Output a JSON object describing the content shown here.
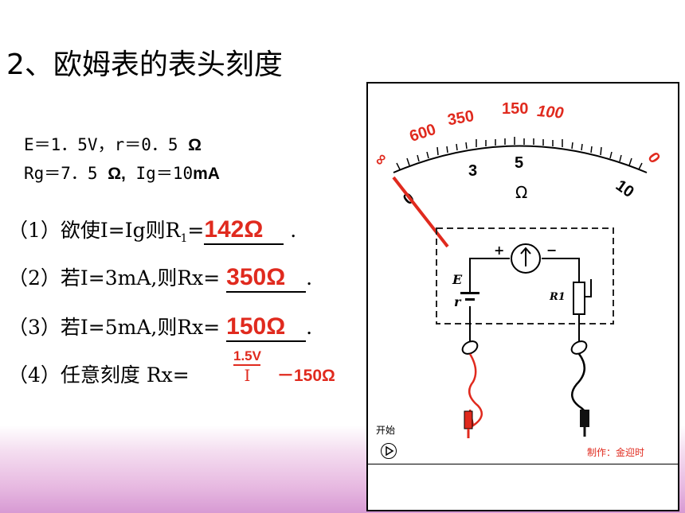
{
  "title": "2、欧姆表的表头刻度",
  "params": {
    "line1_a": "E＝1．5V，r＝0．5 ",
    "line1_b": "Ω",
    "line2_a": "Rg＝7．5 ",
    "line2_b": "Ω,",
    "line2_c": "  Ig＝10",
    "line2_d": "mA"
  },
  "questions": [
    {
      "prefix": "（1）欲使I=Ig则R",
      "sub": "1",
      "eq": "=",
      "answer": "142Ω",
      "end": "."
    },
    {
      "prefix": "（2）若I=3mA,则Rx=",
      "answer": "350Ω",
      "end": "."
    },
    {
      "prefix": "（3）若I=5mA,则Rx=",
      "answer": "150Ω",
      "end": "."
    },
    {
      "prefix": "（4）任意刻度 Rx=",
      "frac_num": "1.5V",
      "frac_den": "I",
      "tail": "－150Ω"
    }
  ],
  "meter": {
    "ohm_labels": [
      "∞",
      "600",
      "350",
      "150",
      "100",
      "0"
    ],
    "ma_labels": [
      "0",
      "3",
      "5",
      "10"
    ],
    "unit": "Ω",
    "circuit_labels": [
      "E",
      "r",
      "R1",
      "+",
      "−"
    ]
  },
  "controls": {
    "start_label": "开始",
    "credit": "制作：金迎时"
  },
  "colors": {
    "answer": "#e02a1e",
    "accent_red": "#e02a1e"
  }
}
